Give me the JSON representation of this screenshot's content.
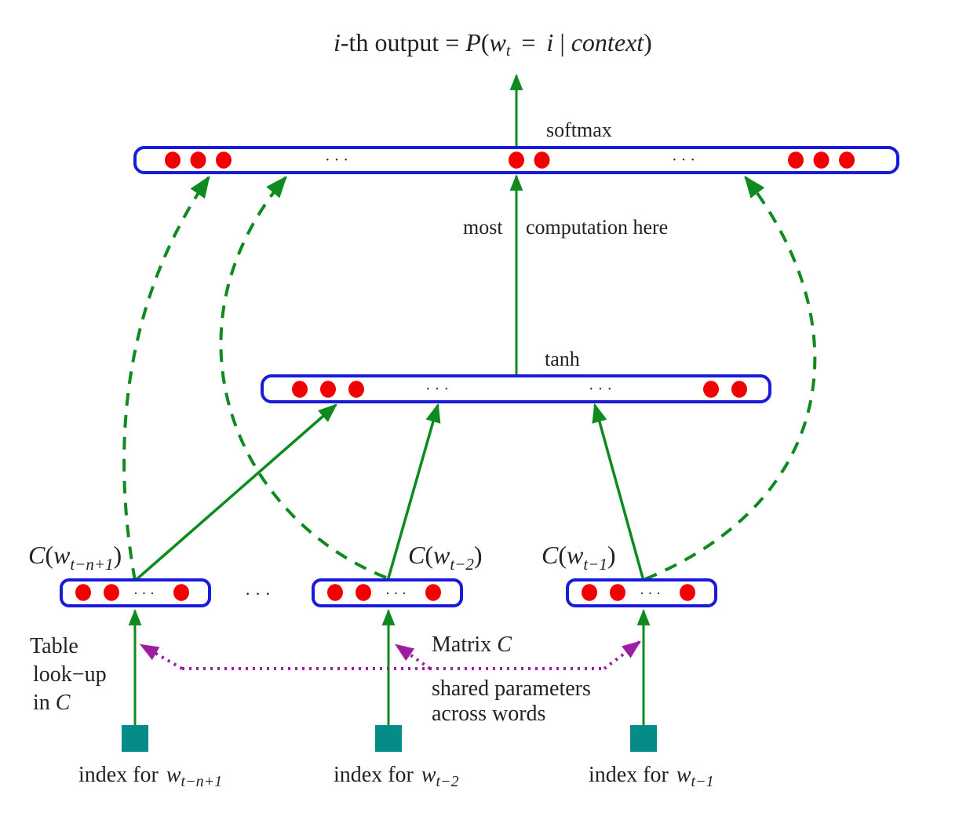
{
  "diagram": {
    "title": "Neural probabilistic language model architecture",
    "colors": {
      "layer_border": "#1a1adb",
      "unit": "#f20000",
      "arrow": "#0e8a1e",
      "shared_param_arrow": "#9b1fa3",
      "index_box": "#068c88",
      "text": "#222222"
    },
    "output_label": {
      "prefix_italic": "i",
      "prefix_rest": "-th output = ",
      "P": "P",
      "open": "(",
      "w": "w",
      "w_sub": "t",
      "eq": "=",
      "i": "i",
      "bar": "|",
      "context": "context",
      "close": ")"
    },
    "softmax_layer": {
      "label": "softmax",
      "groups": [
        {
          "units": 3,
          "ellipsis_after": true
        },
        {
          "units": 2,
          "ellipsis_after": true
        },
        {
          "units": 3,
          "ellipsis_after": false
        }
      ],
      "ellipsis": "· · ·"
    },
    "computation_note": {
      "left": "most",
      "right": "computation here"
    },
    "tanh_layer": {
      "label": "tanh",
      "groups": [
        {
          "units": 3,
          "ellipsis_after": true
        },
        {
          "units": 0,
          "ellipsis_after": true
        },
        {
          "units": 2,
          "ellipsis_after": false
        }
      ],
      "ellipsis": "· · ·"
    },
    "embeddings": [
      {
        "C": "C",
        "open": "(",
        "w": "w",
        "sub": "t−n+1",
        "close": ")",
        "index_label": "index for",
        "index_w": "w",
        "index_sub": "t−n+1"
      },
      {
        "C": "C",
        "open": "(",
        "w": "w",
        "sub": "t−2",
        "close": ")",
        "index_label": "index for",
        "index_w": "w",
        "index_sub": "t−2"
      },
      {
        "C": "C",
        "open": "(",
        "w": "w",
        "sub": "t−1",
        "close": ")",
        "index_label": "index for",
        "index_w": "w",
        "index_sub": "t−1"
      }
    ],
    "embedding_units": {
      "before": 2,
      "after": 1,
      "ellipsis": "· · ·"
    },
    "between_embeddings_ellipsis": "· · ·",
    "table_lookup": {
      "line1": "Table",
      "line2": "look−up",
      "line3_prefix": "in ",
      "line3_var": "C"
    },
    "matrix_note": {
      "title_prefix": "Matrix ",
      "title_var": "C",
      "line1": "shared parameters",
      "line2": "across words"
    }
  }
}
